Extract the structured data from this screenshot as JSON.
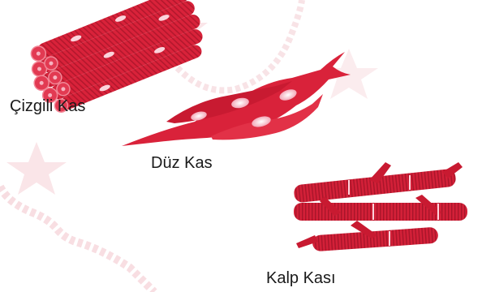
{
  "labels": {
    "skeletal": "Çizgili Kas",
    "smooth": "Düz Kas",
    "cardiac": "Kalp Kası"
  },
  "colors": {
    "muscle": "#d9223a",
    "muscle_dark": "#a8152a",
    "muscle_light": "#ee5468",
    "nucleus": "#f7c9d2",
    "watermark": "#f4c6cc"
  },
  "icons": {
    "skeletal": "skeletal-muscle-bundle-icon",
    "smooth": "smooth-muscle-cells-icon",
    "cardiac": "cardiac-muscle-fibers-icon",
    "watermark": "star-seal-watermark"
  }
}
